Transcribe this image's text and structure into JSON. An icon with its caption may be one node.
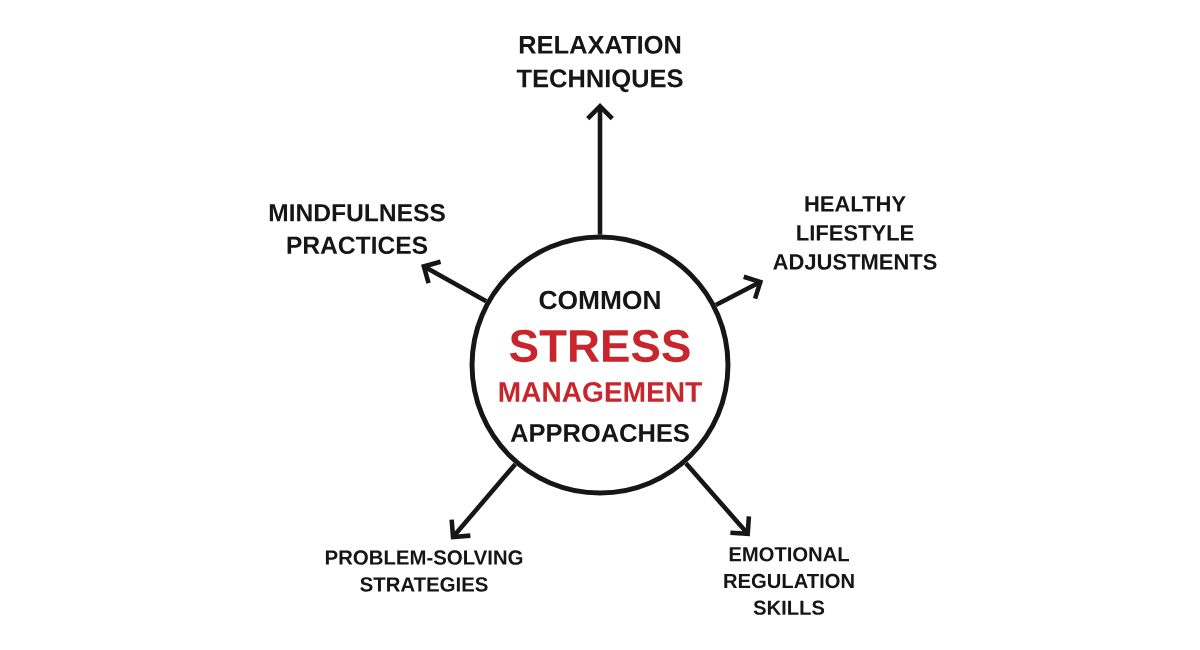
{
  "diagram": {
    "nodes": [
      {
        "text": [
          "RELAXATION TECHNIQUES"
        ]
      },
      {
        "text": [
          "MINDFULNESS PRACTICES"
        ]
      },
      {
        "text": [
          "HEALTHY LIFESTYLE ADJUSTMENTS"
        ]
      },
      {
        "text": [
          "COMMON",
          "STRESS",
          "MANAGEMENT",
          "APPROACHES"
        ]
      },
      {
        "text": [
          "PROBLEM-SOLVING STRATEGIES"
        ]
      },
      {
        "text": [
          "EMOTIONAL REGULATION SKILLS"
        ]
      }
    ],
    "edges": [
      {
        "from": 3,
        "to": 0,
        "arrow": "to"
      },
      {
        "from": 3,
        "to": 1,
        "arrow": "to"
      },
      {
        "from": 3,
        "to": 2,
        "arrow": "to"
      },
      {
        "from": 3,
        "to": 4,
        "arrow": "to"
      },
      {
        "from": 3,
        "to": 5,
        "arrow": "to"
      }
    ]
  }
}
